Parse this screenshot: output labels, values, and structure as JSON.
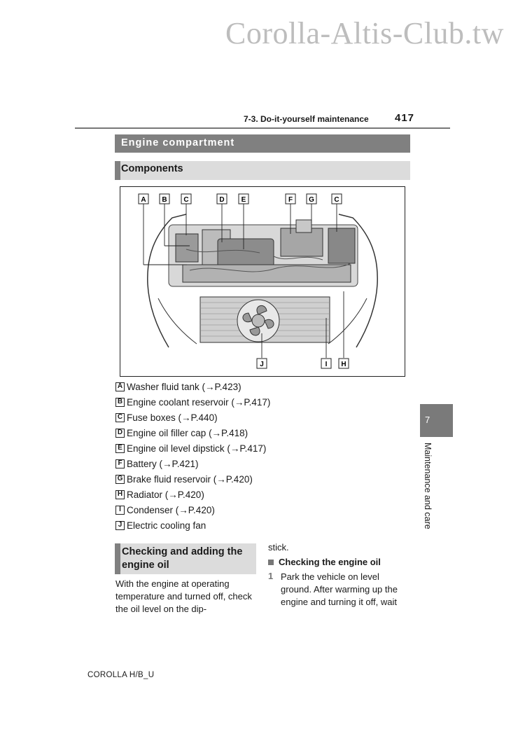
{
  "watermark": "Corolla-Altis-Club.tw",
  "header": {
    "section": "7-3. Do-it-yourself maintenance",
    "page": "417"
  },
  "sections": {
    "engine_compartment": "Engine compartment",
    "components": "Components",
    "checking_adding": "Checking and adding the engine oil"
  },
  "diagram": {
    "top_labels": [
      "A",
      "B",
      "C",
      "D",
      "E",
      "F",
      "G",
      "C"
    ],
    "bottom_labels": [
      "J",
      "I",
      "H"
    ]
  },
  "legend": [
    {
      "key": "A",
      "text": "Washer fluid tank (→P.423)"
    },
    {
      "key": "B",
      "text": "Engine coolant reservoir (→P.417)"
    },
    {
      "key": "C",
      "text": "Fuse boxes (→P.440)"
    },
    {
      "key": "D",
      "text": "Engine oil filler cap (→P.418)"
    },
    {
      "key": "E",
      "text": "Engine oil level dipstick (→P.417)"
    },
    {
      "key": "F",
      "text": "Battery (→P.421)"
    },
    {
      "key": "G",
      "text": "Brake fluid reservoir (→P.420)"
    },
    {
      "key": "H",
      "text": "Radiator (→P.420)"
    },
    {
      "key": "I",
      "text": "Condenser (→P.420)"
    },
    {
      "key": "J",
      "text": "Electric cooling fan"
    }
  ],
  "chapter": {
    "number": "7",
    "title": "Maintenance and care"
  },
  "checking": {
    "intro": "With the engine at operating temperature and turned off, check the oil level on the dip-",
    "continuation": "stick.",
    "subheading": "Checking the engine oil",
    "step_number": "1",
    "step_text": "Park the vehicle on level ground. After warming up the engine and turning it off, wait"
  },
  "footer": "COROLLA H/B_U"
}
